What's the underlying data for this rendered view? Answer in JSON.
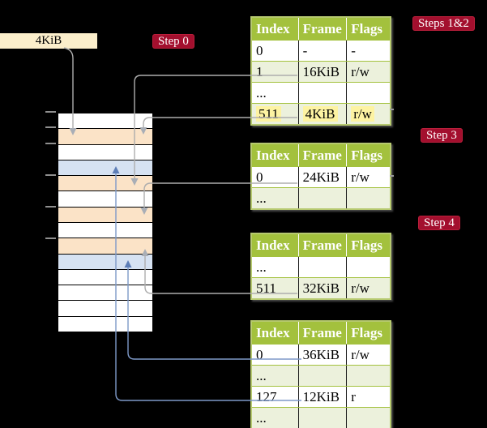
{
  "labels": {
    "free_frame": "4KiB"
  },
  "badges": {
    "step0": "Step 0",
    "steps12": "Steps 1&2",
    "step3": "Step 3",
    "step4": "Step 4"
  },
  "colors": {
    "badge_red": "#a30f2e",
    "table_header_green": "#a3c13d",
    "table_row_green": "#ecf1dc",
    "table_border_olive": "#b6c96f",
    "highlight_yellow": "#fdf3a2",
    "frame_row_orange": "#fbe3c7",
    "frame_row_blue": "#d6e2f2",
    "free_frame_cream": "#fbeecb",
    "connector_gray": "#adadad",
    "connector_blue": "#7e99c8",
    "arrowhead_gray": "#a9aeb6",
    "arrowhead_blue": "#5d7eb7"
  },
  "memory": {
    "rows": [
      "white",
      "orange",
      "white",
      "blue",
      "orange",
      "white",
      "orange",
      "white",
      "orange",
      "blue",
      "white",
      "white",
      "white",
      "white"
    ]
  },
  "tables": [
    {
      "name": "page-table-level1",
      "headers": [
        "Index",
        "Frame",
        "Flags"
      ],
      "rows": [
        {
          "cells": [
            "0",
            "-",
            "-"
          ],
          "shaded": false,
          "highlight": false
        },
        {
          "cells": [
            "1",
            "16KiB",
            "r/w"
          ],
          "shaded": true,
          "highlight": false
        },
        {
          "cells": [
            "...",
            "",
            ""
          ],
          "shaded": false,
          "highlight": false
        },
        {
          "cells": [
            "511",
            "4KiB",
            "r/w"
          ],
          "shaded": true,
          "highlight": true
        }
      ]
    },
    {
      "name": "page-table-level2-a",
      "headers": [
        "Index",
        "Frame",
        "Flags"
      ],
      "rows": [
        {
          "cells": [
            "0",
            "24KiB",
            "r/w"
          ],
          "shaded": false,
          "highlight": false
        },
        {
          "cells": [
            "...",
            "",
            ""
          ],
          "shaded": true,
          "highlight": false
        }
      ]
    },
    {
      "name": "page-table-level2-b",
      "headers": [
        "Index",
        "Frame",
        "Flags"
      ],
      "rows": [
        {
          "cells": [
            "...",
            "",
            ""
          ],
          "shaded": false,
          "highlight": false
        },
        {
          "cells": [
            "511",
            "32KiB",
            "r/w"
          ],
          "shaded": true,
          "highlight": false
        }
      ]
    },
    {
      "name": "page-table-level2-c",
      "headers": [
        "Index",
        "Frame",
        "Flags"
      ],
      "rows": [
        {
          "cells": [
            "0",
            "36KiB",
            "r/w"
          ],
          "shaded": false,
          "highlight": false
        },
        {
          "cells": [
            "...",
            "",
            ""
          ],
          "shaded": true,
          "highlight": false
        },
        {
          "cells": [
            "127",
            "12KiB",
            "r"
          ],
          "shaded": false,
          "highlight": false
        },
        {
          "cells": [
            "...",
            "",
            ""
          ],
          "shaded": true,
          "highlight": false
        }
      ]
    }
  ]
}
